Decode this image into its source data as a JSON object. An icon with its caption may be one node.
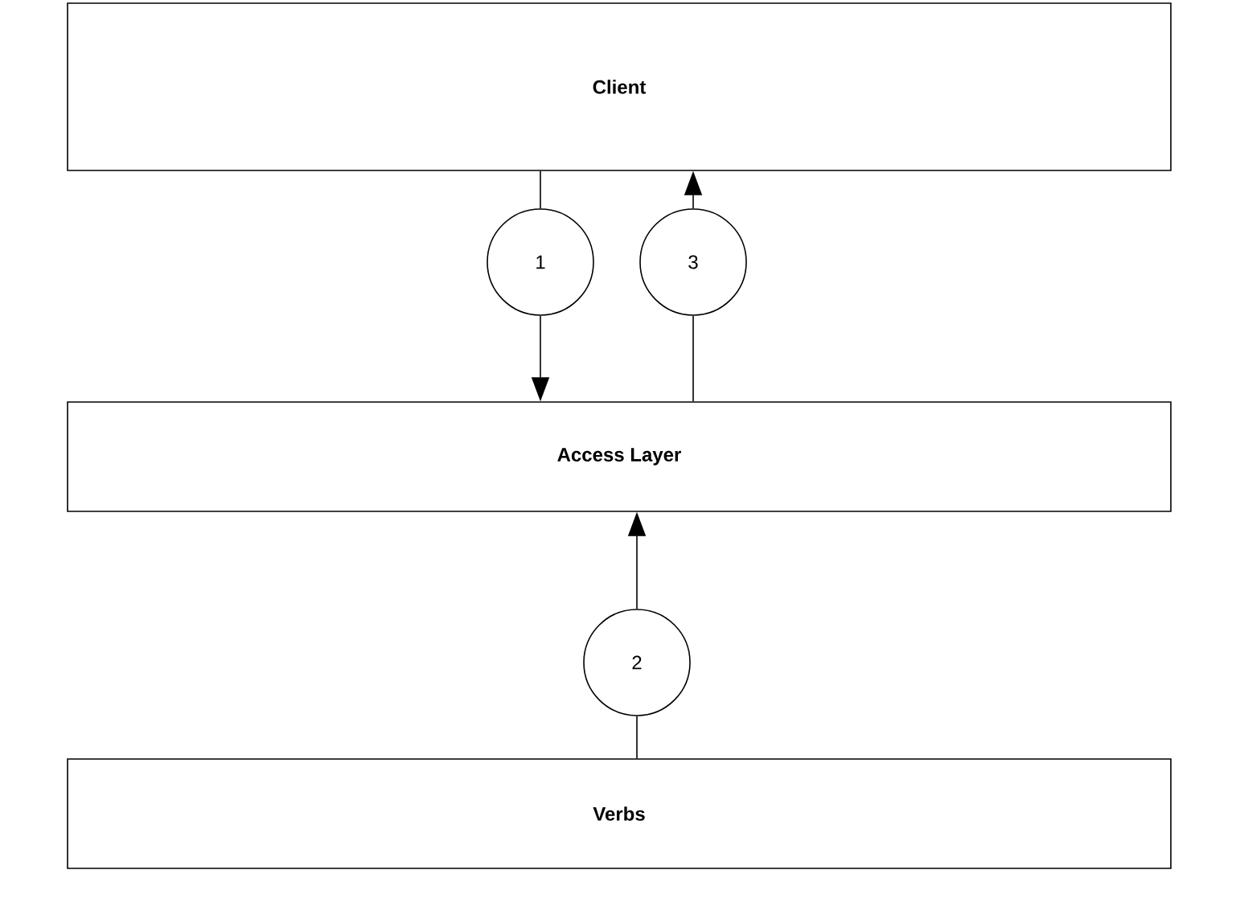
{
  "diagram": {
    "nodes": [
      {
        "text": [
          "Client"
        ]
      },
      {
        "text": [
          "1"
        ]
      },
      {
        "text": [
          "3"
        ]
      },
      {
        "text": [
          "Access Layer"
        ]
      },
      {
        "text": [
          "2"
        ]
      },
      {
        "text": [
          "Verbs"
        ]
      }
    ],
    "edges": [
      {
        "from": 0,
        "to": 1,
        "arrow": "none"
      },
      {
        "from": 1,
        "to": 3,
        "arrow": "to"
      },
      {
        "from": 3,
        "to": 2,
        "arrow": "none"
      },
      {
        "from": 2,
        "to": 0,
        "arrow": "to"
      },
      {
        "from": 5,
        "to": 4,
        "arrow": "none"
      },
      {
        "from": 4,
        "to": 3,
        "arrow": "to"
      }
    ]
  }
}
